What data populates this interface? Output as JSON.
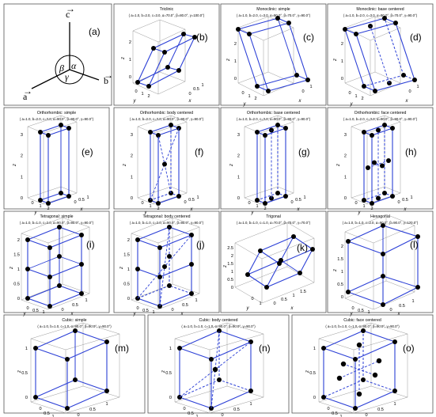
{
  "figure": {
    "panels": [
      {
        "id": "a",
        "label": "(a)",
        "vectors": {
          "a": "a",
          "b": "b",
          "c": "c"
        },
        "angles": {
          "alpha": "α",
          "beta": "β",
          "gamma": "γ"
        }
      },
      {
        "id": "b",
        "label": "(b)",
        "title": "Triclinic",
        "params": "( a=1.0, b=2.0, c=3.0, α=70.0°, β=80.0°, γ=100.0°)"
      },
      {
        "id": "c",
        "label": "(c)",
        "title": "Monoclinic: simple",
        "params": "( a=1.0, b=2.0, c=3.0, α=90.0°, β=70.0°, γ=90.0°)"
      },
      {
        "id": "d",
        "label": "(d)",
        "title": "Monoclinic: base centered",
        "params": "( a=1.0, b=2.0, c=3.0, α=90.0°, β=70.0°, γ=90.0°)"
      },
      {
        "id": "e",
        "label": "(e)",
        "title": "Orthorhombic: simple",
        "params": "( a=1.0, b=2.0, c=3.0, α=90.0°, β=90.0°, γ=90.0°)"
      },
      {
        "id": "f",
        "label": "(f)",
        "title": "Orthorhombic: body centered",
        "params": "( a=1.0, b=2.0, c=3.0, α=90.0°, β=90.0°, γ=90.0°)"
      },
      {
        "id": "g",
        "label": "(g)",
        "title": "Orthorhombic: base centered",
        "params": "( a=1.0, b=2.0, c=3.0, α=90.0°, β=90.0°, γ=90.0°)"
      },
      {
        "id": "h",
        "label": "(h)",
        "title": "Orthorhombic: face centered",
        "params": "( a=1.0, b=2.0, c=3.0, α=90.0°, β=90.0°, γ=90.0°)"
      },
      {
        "id": "i",
        "label": "(i)",
        "title": "Tetragonal: simple",
        "params": "( a=1.0, b=1.0, c=2.0, α=90.0°, β=90.0°, γ=90.0°)"
      },
      {
        "id": "j",
        "label": "(j)",
        "title": "Tetragonal: body centered",
        "params": "( a=1.0, b=1.0, c=2.0, α=90.0°, β=90.0°, γ=90.0°)"
      },
      {
        "id": "k",
        "label": "(k)",
        "title": "Trigonal",
        "params": "( a=1.0, b=1.0, c=1.0, α=70.0°, β=70.0°, γ=70.0°)"
      },
      {
        "id": "l",
        "label": "(l)",
        "title": "Hexagonal",
        "params": "( a=1.0, b=1.0, c=2.0, α=90.0°, β=90.0°, γ=120.0°)"
      },
      {
        "id": "m",
        "label": "(m)",
        "title": "Cubic: simple",
        "params": "( a=1.0, b=1.0, c=1.0, α=90.0°, β=90.0°, γ=90.0°)"
      },
      {
        "id": "n",
        "label": "(n)",
        "title": "Cubic: body centered",
        "params": "( a=1.0, b=1.0, c=1.0, α=90.0°, β=90.0°, γ=90.0°)"
      },
      {
        "id": "o",
        "label": "(o)",
        "title": "Cubic: face centered",
        "params": "( a=1.0, b=1.0, c=1.0, α=90.0°, β=90.0°, γ=90.0°)"
      }
    ],
    "axis_names": {
      "x": "x",
      "y": "y",
      "z": "z"
    },
    "tick_sets": {
      "b": {
        "z": [
          "0",
          "1",
          "2"
        ],
        "x": [
          "0",
          "0.5",
          "1"
        ],
        "y": [
          "0",
          "1",
          "2"
        ]
      },
      "c": {
        "z": [
          "0",
          "1",
          "2"
        ],
        "x": [
          "0",
          "1"
        ],
        "y": [
          "0",
          "1",
          "2"
        ]
      },
      "d": {
        "z": [
          "0",
          "1",
          "2"
        ],
        "x": [
          "0",
          "1"
        ],
        "y": [
          "0",
          "1",
          "2"
        ]
      },
      "e": {
        "z": [
          "0",
          "1",
          "2",
          "3"
        ],
        "x": [
          "0",
          "0.5",
          "1"
        ],
        "y": [
          "0",
          "1",
          "2"
        ]
      },
      "f": {
        "z": [
          "0",
          "1",
          "2",
          "3"
        ],
        "x": [
          "0",
          "0.5",
          "1"
        ],
        "y": [
          "0",
          "1",
          "2"
        ]
      },
      "g": {
        "z": [
          "0",
          "1",
          "2",
          "3"
        ],
        "x": [
          "0",
          "0.5",
          "1"
        ],
        "y": [
          "0",
          "1",
          "2"
        ]
      },
      "h": {
        "z": [
          "0",
          "1",
          "2",
          "3"
        ],
        "x": [
          "0",
          "0.5",
          "1"
        ],
        "y": [
          "0",
          "1",
          "2"
        ]
      },
      "i": {
        "z": [
          "0",
          "0.5",
          "1",
          "1.5",
          "2"
        ],
        "x": [
          "0",
          "0.5",
          "1"
        ],
        "y": [
          "0",
          "0.5",
          "1"
        ]
      },
      "j": {
        "z": [
          "0",
          "0.5",
          "1",
          "1.5",
          "2"
        ],
        "x": [
          "0",
          "0.5",
          "1"
        ],
        "y": [
          "0",
          "0.5",
          "1"
        ]
      },
      "k": {
        "z": [
          "0",
          "0.5",
          "1",
          "1.5",
          "2",
          "2.5"
        ],
        "x": [
          "0",
          "0.5",
          "1",
          "1.5"
        ],
        "y": [
          "0",
          "1"
        ]
      },
      "l": {
        "z": [
          "0",
          "0.5",
          "1",
          "1.5",
          "2"
        ],
        "x": [
          "0",
          "0.5",
          "1"
        ],
        "y": [
          "0",
          "0.5",
          "1"
        ]
      },
      "m": {
        "z": [
          "0",
          "0.5",
          "1"
        ],
        "x": [
          "0",
          "0.5",
          "1"
        ],
        "y": [
          "0",
          "0.5",
          "1"
        ]
      },
      "n": {
        "z": [
          "0",
          "0.5",
          "1"
        ],
        "x": [
          "0",
          "0.5",
          "1"
        ],
        "y": [
          "0",
          "0.5",
          "1"
        ]
      },
      "o": {
        "z": [
          "0",
          "0.5",
          "1"
        ],
        "x": [
          "0",
          "0.5",
          "1"
        ],
        "y": [
          "0",
          "0.5",
          "1"
        ]
      }
    },
    "colors": {
      "edge": "#2b3fd6",
      "frame": "#9a9a9a",
      "atom": "#000000",
      "panel_border": "#555555"
    }
  }
}
